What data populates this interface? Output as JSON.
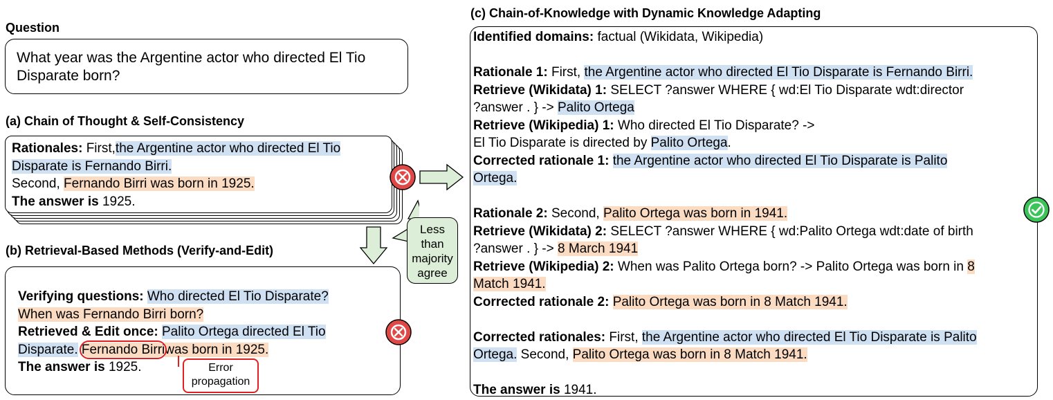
{
  "question": {
    "heading": "Question",
    "text_line1": "What year was the Argentine actor who directed El Tio",
    "text_line2": "Disparate born?"
  },
  "cot": {
    "heading": "(a) Chain of Thought & Self-Consistency",
    "rationales_label": "Rationales:",
    "first_prefix": "First,",
    "first_hl_line1": "the Argentine actor who directed El Tio",
    "first_hl_line2": "Disparate is Fernando Birri.",
    "second_prefix": "Second,",
    "second_hl": "Fernando Birri was born in 1925.",
    "answer_label": "The answer is",
    "answer_value": "1925."
  },
  "callout": {
    "line1": "Less",
    "line2": "than",
    "line3": "majority",
    "line4": "agree"
  },
  "retrieval": {
    "heading": "(b) Retrieval-Based Methods (Verify-and-Edit)",
    "verifying_label": "Verifying questions:",
    "verifying_q1": "Who directed El Tio Disparate?",
    "verifying_q2": "When was Fernando Birri born?",
    "retrieved_label": "Retrieved & Edit once:",
    "retrieved_hl_line1": "Palito Ortega directed El Tio",
    "retrieved_hl_line2": "Disparate.",
    "error_name": "Fernando Birri",
    "error_rest": "was born in 1925.",
    "answer_label": "The answer is",
    "answer_value": "1925.",
    "error_label_line1": "Error",
    "error_label_line2": "propagation"
  },
  "cok": {
    "heading": "(c) Chain-of-Knowledge with Dynamic Knowledge Adapting",
    "domains_label": "Identified domains:",
    "domains_value": "factual (Wikidata, Wikipedia)",
    "r1_label": "Rationale 1:",
    "r1_prefix": "First,",
    "r1_hl": "the Argentine actor who directed El Tio Disparate is Fernando Birri.",
    "rwd1_label": "Retrieve (Wikidata) 1:",
    "rwd1_text": "SELECT ?answer WHERE { wd:El Tio Disparate wdt:director",
    "rwd1_text2": "?answer . } ->",
    "rwd1_hl": "Palito Ortega",
    "rwp1_label": "Retrieve (Wikipedia) 1:",
    "rwp1_text": "Who directed El Tio Disparate? ->",
    "rwp1_text2": "El Tio Disparate is directed by",
    "rwp1_hl": "Palito Ortega",
    "rwp1_end": ".",
    "cr1_label": "Corrected rationale 1:",
    "cr1_hl_line1": "the Argentine actor who directed El Tio Disparate is Palito",
    "cr1_hl_line2": "Ortega.",
    "r2_label": "Rationale 2:",
    "r2_prefix": "Second,",
    "r2_hl": "Palito Ortega was born in 1941.",
    "rwd2_label": "Retrieve (Wikidata) 2:",
    "rwd2_text": "SELECT ?answer WHERE { wd:Palito Ortega wdt:date of birth",
    "rwd2_text2": "?answer . } ->",
    "rwd2_hl": "8 March 1941",
    "rwp2_label": "Retrieve (Wikipedia) 2:",
    "rwp2_text": "When was Palito Ortega born? -> Palito Ortega was born in",
    "rwp2_hl_a": "8",
    "rwp2_hl_b": "Match 1941.",
    "cr2_label": "Corrected rationale 2:",
    "cr2_hl": "Palito Ortega was born in 8 Match 1941.",
    "crs_label": "Corrected rationales:",
    "crs_prefix": "First,",
    "crs_hl1_line1": "the Argentine actor who directed El Tio Disparate is Palito",
    "crs_hl1_line2": "Ortega.",
    "crs_second": "Second,",
    "crs_hl2": "Palito Ortega was born in 8 Match 1941.",
    "answer_label": "The answer is",
    "answer_value": "1941."
  },
  "colors": {
    "blue_highlight": "#cfe0f3",
    "orange_highlight": "#fbdcc3",
    "callout_green": "#ddeed8",
    "error_red": "#e04848",
    "check_green": "#3cc45a"
  },
  "icons": [
    "cross-circle-icon",
    "check-circle-icon",
    "arrow-right-icon",
    "arrow-down-icon"
  ]
}
